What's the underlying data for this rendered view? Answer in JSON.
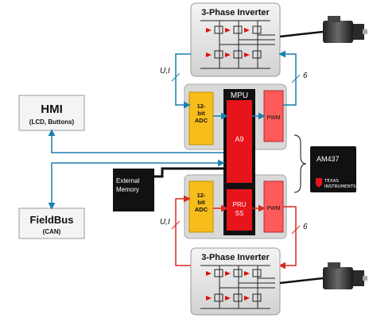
{
  "inverter_top": {
    "title": "3-Phase Inverter",
    "signal_label": "U,I",
    "lines_label": "6"
  },
  "inverter_bottom": {
    "title": "3-Phase Inverter",
    "signal_label": "U,I",
    "lines_label": "6"
  },
  "hmi": {
    "title": "HMI",
    "subtitle": "(LCD, Buttons)"
  },
  "fieldbus": {
    "title": "FieldBus",
    "subtitle": "(CAN)"
  },
  "mpu": {
    "title": "MPU",
    "core": "A9",
    "pru_line1": "PRU",
    "pru_line2": "SS"
  },
  "adc_top": {
    "line1": "12-",
    "line2": "bit",
    "line3": "ADC"
  },
  "adc_bottom": {
    "line1": "12-",
    "line2": "bit",
    "line3": "ADC"
  },
  "pwm_top": {
    "label": "PWM"
  },
  "pwm_bottom": {
    "label": "PWM"
  },
  "external_memory": {
    "line1": "External",
    "line2": "Memory"
  },
  "chip": {
    "name": "AM437",
    "vendor_line1": "TEXAS",
    "vendor_line2": "INSTRUMENTS"
  },
  "colors": {
    "mpu_red": "#e8141b",
    "adc_yellow": "#f6bd1b",
    "pwm_red": "#ff5a5a",
    "signal_blue": "#1b7fb1",
    "signal_red": "#d9281f",
    "panel_gray": "#dedede"
  }
}
